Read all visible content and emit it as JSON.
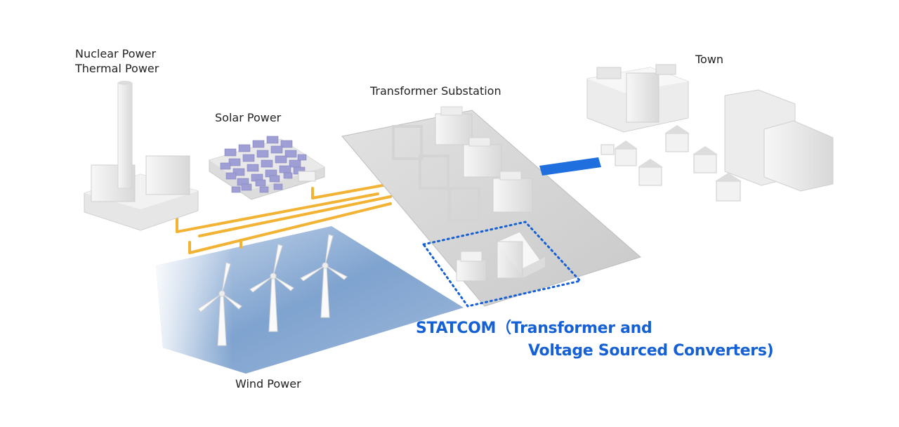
{
  "labels": {
    "nuclear_line1": "Nuclear Power",
    "nuclear_line2": "Thermal Power",
    "solar": "Solar Power",
    "substation": "Transformer Substation",
    "town": "Town",
    "wind": "Wind Power",
    "statcom_line1": "STATCOM（Transformer and",
    "statcom_line2": "Voltage Sourced Converters)"
  },
  "colors": {
    "power_line": "#f2b233",
    "statcom_accent": "#1560d4",
    "ground": "#d9d9d9",
    "sea": "#7fa3cf",
    "building": "#f0f0f0",
    "solar_panel": "#9f9fd6"
  },
  "counts": {
    "wind_turbines": 3,
    "solar_panels": 30,
    "substation_transformers": 3,
    "houses": 6
  }
}
